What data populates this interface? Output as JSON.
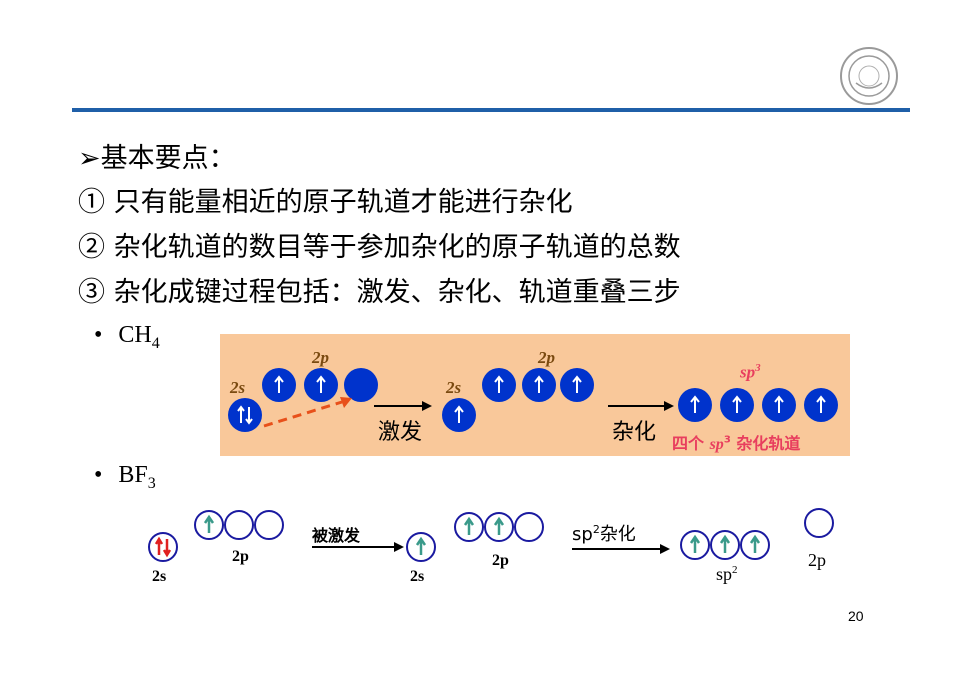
{
  "header": {
    "seal_icon": "university-seal-icon"
  },
  "points": {
    "heading": "➢基本要点：",
    "p1": "① 只有能量相近的原子轨道才能进行杂化",
    "p2": "② 杂化轨道的数目等于参加杂化的原子轨道的总数",
    "p3": "③ 杂化成键过程包括：激发、杂化、轨道重叠三步"
  },
  "ch4": {
    "bullet": "•",
    "formula_main": "CH",
    "formula_sub": "4",
    "label_2p_a": "2p",
    "label_2s_a": "2s",
    "label_2p_b": "2p",
    "label_2s_b": "2s",
    "label_sp3_base": "sp",
    "label_sp3_sup": "3",
    "step1": "激发",
    "step2": "杂化",
    "caption_a": "四个 ",
    "caption_b": "sp",
    "caption_sup": "3",
    "caption_c": " 杂化轨道",
    "colors": {
      "orbital": "#0033cc",
      "panel": "#f9c89a",
      "dash": "#e8501a",
      "caption": "#e83e5e"
    }
  },
  "bf3": {
    "bullet": "•",
    "formula_main": "BF",
    "formula_sub": "3",
    "label_2s_a": "2s",
    "label_2p_a": "2p",
    "step1": "被激发",
    "label_2s_b": "2s",
    "label_2p_b": "2p",
    "step2_base": "sp",
    "step2_sup": "2",
    "step2_tail": "杂化",
    "label_sp2_base": "sp",
    "label_sp2_sup": "2",
    "label_2p_c": "2p",
    "colors": {
      "circle": "#1a1aa0",
      "arrow": "#3a9a8a",
      "up_red": "#e02020"
    }
  },
  "footer": {
    "page_number": "20"
  }
}
